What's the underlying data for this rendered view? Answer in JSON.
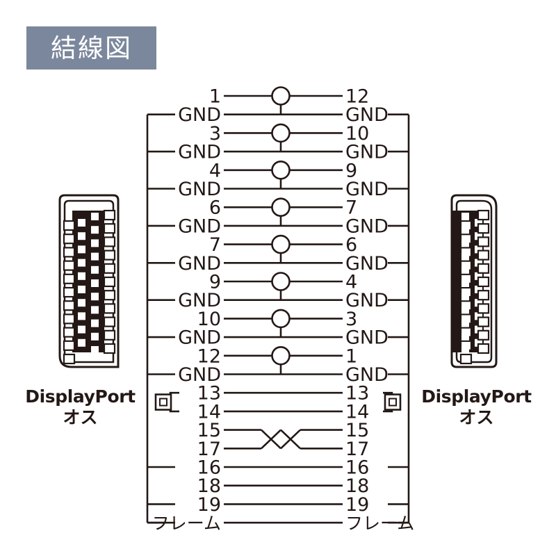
{
  "header": {
    "badge_label": "結線図",
    "badge_bg": "#7b879c",
    "badge_fg": "#ffffff"
  },
  "connectors": {
    "left": {
      "name": "DisplayPort",
      "gender": "オス",
      "orientation": "chamfer-bottom-left"
    },
    "right": {
      "name": "DisplayPort",
      "gender": "オス",
      "orientation": "chamfer-top-right"
    }
  },
  "diagram": {
    "ink_color": "#231815",
    "ground_label": "GND",
    "frame_label": "フレーム",
    "rows": [
      {
        "left": "1",
        "right": "12",
        "circle": true,
        "stub_down": true,
        "bus_left": false,
        "bus_right": false
      },
      {
        "left": "GND",
        "right": "GND",
        "circle": false,
        "stub_down": false,
        "bus_left": true,
        "bus_right": true
      },
      {
        "left": "3",
        "right": "10",
        "circle": true,
        "stub_down": true,
        "bus_left": false,
        "bus_right": false
      },
      {
        "left": "GND",
        "right": "GND",
        "circle": false,
        "stub_down": false,
        "bus_left": true,
        "bus_right": true
      },
      {
        "left": "4",
        "right": "9",
        "circle": true,
        "stub_down": true,
        "bus_left": false,
        "bus_right": false
      },
      {
        "left": "GND",
        "right": "GND",
        "circle": false,
        "stub_down": false,
        "bus_left": true,
        "bus_right": true
      },
      {
        "left": "6",
        "right": "7",
        "circle": true,
        "stub_down": true,
        "bus_left": false,
        "bus_right": false
      },
      {
        "left": "GND",
        "right": "GND",
        "circle": false,
        "stub_down": false,
        "bus_left": true,
        "bus_right": true
      },
      {
        "left": "7",
        "right": "6",
        "circle": true,
        "stub_down": true,
        "bus_left": false,
        "bus_right": false
      },
      {
        "left": "GND",
        "right": "GND",
        "circle": false,
        "stub_down": false,
        "bus_left": true,
        "bus_right": true
      },
      {
        "left": "9",
        "right": "4",
        "circle": true,
        "stub_down": true,
        "bus_left": false,
        "bus_right": false
      },
      {
        "left": "GND",
        "right": "GND",
        "circle": false,
        "stub_down": false,
        "bus_left": true,
        "bus_right": true
      },
      {
        "left": "10",
        "right": "3",
        "circle": true,
        "stub_down": true,
        "bus_left": false,
        "bus_right": false
      },
      {
        "left": "GND",
        "right": "GND",
        "circle": false,
        "stub_down": false,
        "bus_left": true,
        "bus_right": true
      },
      {
        "left": "12",
        "right": "1",
        "circle": true,
        "stub_down": true,
        "bus_left": false,
        "bus_right": false
      },
      {
        "left": "GND",
        "right": "GND",
        "circle": false,
        "stub_down": false,
        "bus_left": true,
        "bus_right": true
      },
      {
        "left": "13",
        "right": "13",
        "circle": false,
        "stub_down": false,
        "bus_left": false,
        "bus_right": false,
        "terminal_pair": "top"
      },
      {
        "left": "14",
        "right": "14",
        "circle": false,
        "stub_down": false,
        "bus_left": false,
        "bus_right": false,
        "terminal_pair": "bottom"
      },
      {
        "left": "15",
        "right": "15",
        "circle": false,
        "stub_down": false,
        "bus_left": false,
        "bus_right": false,
        "cross": "top"
      },
      {
        "left": "17",
        "right": "17",
        "circle": false,
        "stub_down": false,
        "bus_left": false,
        "bus_right": false,
        "cross": "bottom"
      },
      {
        "left": "16",
        "right": "16",
        "circle": false,
        "stub_down": false,
        "bus_left": true,
        "bus_right": true
      },
      {
        "left": "18",
        "right": "18",
        "circle": false,
        "stub_down": false,
        "bus_left": false,
        "bus_right": false
      },
      {
        "left": "19",
        "right": "19",
        "circle": false,
        "stub_down": false,
        "bus_left": true,
        "bus_right": true
      },
      {
        "left": "フレーム",
        "right": "フレーム",
        "circle": false,
        "stub_down": false,
        "bus_left": true,
        "bus_right": true
      }
    ]
  }
}
